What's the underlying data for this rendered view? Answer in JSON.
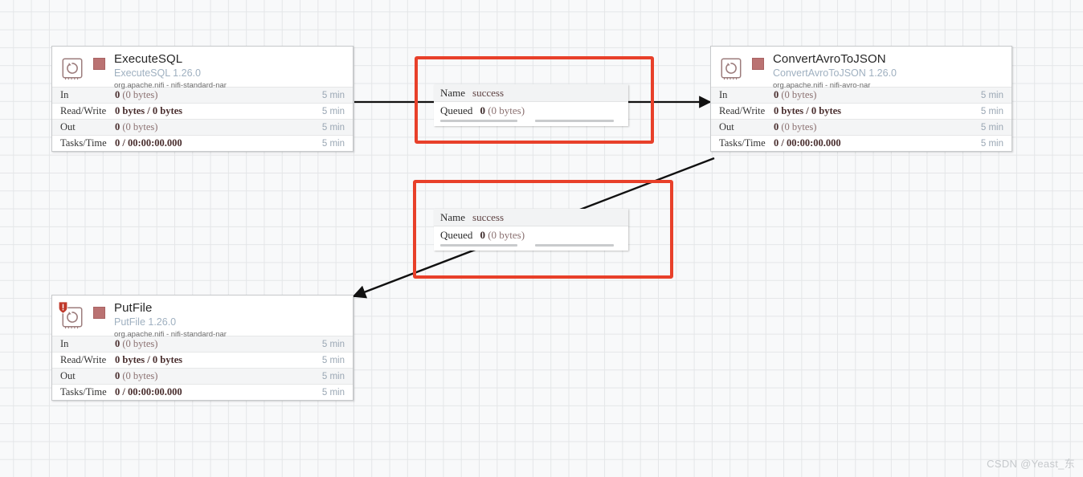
{
  "canvas": {
    "watermark": "CSDN @Yeast_东",
    "grid_color": "#e4e6e8",
    "background_color": "#f8f9fa",
    "highlight_color": "#e8402a"
  },
  "stat_labels": {
    "in": "In",
    "read_write": "Read/Write",
    "out": "Out",
    "tasks_time": "Tasks/Time"
  },
  "processors": [
    {
      "id": "executesql",
      "name": "ExecuteSQL",
      "type_version": "ExecuteSQL 1.26.0",
      "bundle": "org.apache.nifi - nifi-standard-nar",
      "status": "stopped",
      "status_color": "#ba7272",
      "has_warning_badge": false,
      "stats": {
        "in_value": "0",
        "in_bytes": "(0 bytes)",
        "in_time": "5 min",
        "read_write_value": "0 bytes / 0 bytes",
        "read_write_time": "5 min",
        "out_value": "0",
        "out_bytes": "(0 bytes)",
        "out_time": "5 min",
        "tasks_time_value": "0 / 00:00:00.000",
        "tasks_time_time": "5 min"
      }
    },
    {
      "id": "convertavrotojson",
      "name": "ConvertAvroToJSON",
      "type_version": "ConvertAvroToJSON 1.26.0",
      "bundle": "org.apache.nifi - nifi-avro-nar",
      "status": "stopped",
      "status_color": "#ba7272",
      "has_warning_badge": false,
      "stats": {
        "in_value": "0",
        "in_bytes": "(0 bytes)",
        "in_time": "5 min",
        "read_write_value": "0 bytes / 0 bytes",
        "read_write_time": "5 min",
        "out_value": "0",
        "out_bytes": "(0 bytes)",
        "out_time": "5 min",
        "tasks_time_value": "0 / 00:00:00.000",
        "tasks_time_time": "5 min"
      }
    },
    {
      "id": "putfile",
      "name": "PutFile",
      "type_version": "PutFile 1.26.0",
      "bundle": "org.apache.nifi - nifi-standard-nar",
      "status": "stopped",
      "status_color": "#ba7272",
      "has_warning_badge": true,
      "stats": {
        "in_value": "0",
        "in_bytes": "(0 bytes)",
        "in_time": "5 min",
        "read_write_value": "0 bytes / 0 bytes",
        "read_write_time": "5 min",
        "out_value": "0",
        "out_bytes": "(0 bytes)",
        "out_time": "5 min",
        "tasks_time_value": "0 / 00:00:00.000",
        "tasks_time_time": "5 min"
      }
    }
  ],
  "connections": [
    {
      "id": "conn-executesql-to-convertavrotojson",
      "name_key": "Name",
      "name_value": "success",
      "queued_key": "Queued",
      "queued_value": "0",
      "queued_bytes": "(0 bytes)"
    },
    {
      "id": "conn-convertavrotojson-to-putfile",
      "name_key": "Name",
      "name_value": "success",
      "queued_key": "Queued",
      "queued_value": "0",
      "queued_bytes": "(0 bytes)"
    }
  ]
}
